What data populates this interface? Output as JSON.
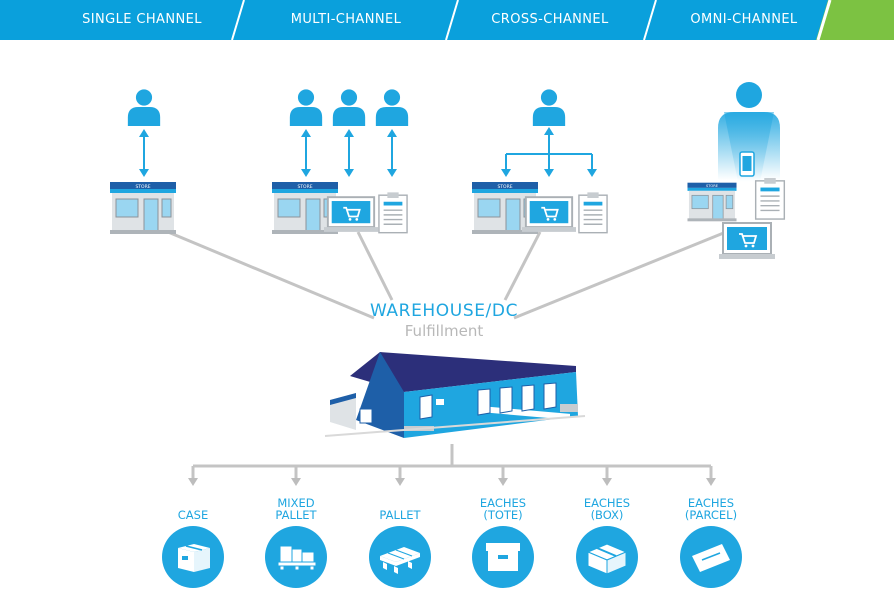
{
  "banner": {
    "channels": [
      {
        "label": "SINGLE CHANNEL"
      },
      {
        "label": "MULTI-CHANNEL"
      },
      {
        "label": "CROSS-CHANNEL"
      },
      {
        "label": "OMNI-CHANNEL"
      }
    ],
    "colors": {
      "blue": "#0aa0dc",
      "separator": "#ffffff",
      "accent_green": "#7cc242"
    }
  },
  "store_sign": "STORE",
  "hub": {
    "title": "WAREHOUSE/DC",
    "subtitle": "Fulfillment"
  },
  "units": [
    {
      "line1": "CASE",
      "line2": "",
      "icon": "box-icon"
    },
    {
      "line1": "MIXED",
      "line2": "PALLET",
      "icon": "mixed-pallet-icon"
    },
    {
      "line1": "PALLET",
      "line2": "",
      "icon": "pallet-icon"
    },
    {
      "line1": "EACHES",
      "line2": "(TOTE)",
      "icon": "tote-icon"
    },
    {
      "line1": "EACHES",
      "line2": "(BOX)",
      "icon": "open-box-icon"
    },
    {
      "line1": "EACHES",
      "line2": "(PARCEL)",
      "icon": "parcel-icon"
    }
  ],
  "colors": {
    "brand_blue": "#1fa6e0",
    "dark_blue": "#1e5fa8",
    "line_gray": "#bdbdbd",
    "text_gray": "#b8b8b8"
  }
}
